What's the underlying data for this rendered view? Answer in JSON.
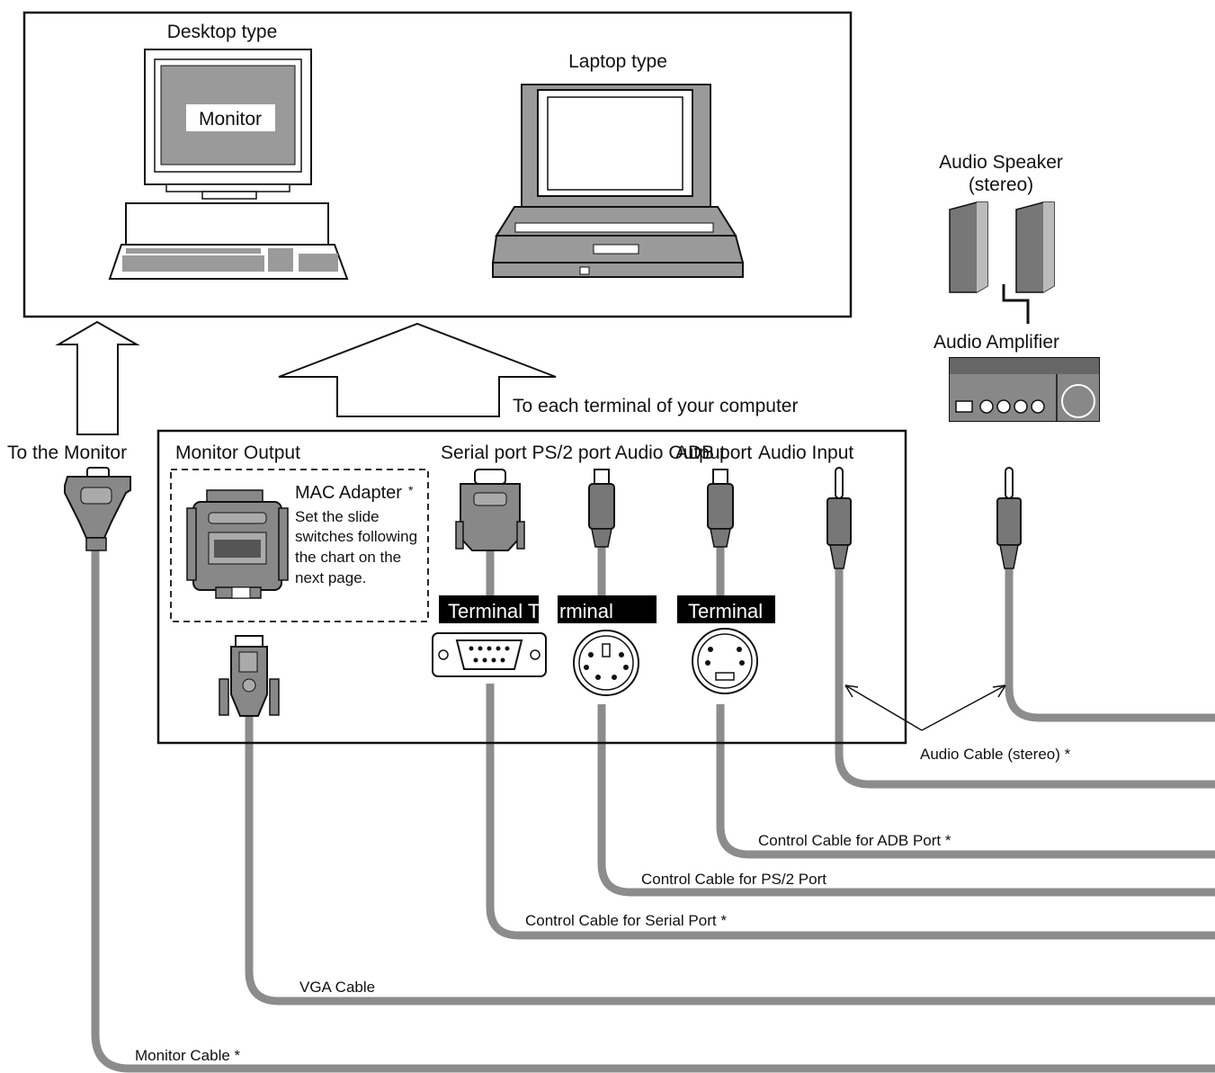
{
  "computer": {
    "desktop_label": "Desktop type",
    "monitor_label": "Monitor",
    "laptop_label": "Laptop type",
    "to_terminal_label": "To each terminal of your computer"
  },
  "to_monitor_label": "To the Monitor",
  "audio_speaker": {
    "line1": "Audio Speaker",
    "line2": "(stereo)"
  },
  "audio_amplifier_label": "Audio Amplifier",
  "panel": {
    "monitor_output_label": "Monitor Output",
    "port_labels_text": "Serial port PS/2 port Audio Output",
    "adb_port_label": "ADB port",
    "audio_input_label": "Audio Input",
    "mac_adapter": {
      "title": "MAC Adapter",
      "asterisk": "*",
      "note_lines": [
        "Set the slide",
        "switches following",
        "the chart on the",
        "next page."
      ]
    },
    "terminal_labels": [
      "Terminal T",
      "rminal",
      "Terminal"
    ]
  },
  "cables": {
    "audio_cable": "Audio Cable (stereo) *",
    "adb_cable": "Control Cable for ADB Port *",
    "ps2_cable": "Control Cable for PS/2 Port",
    "serial_cable": "Control Cable for Serial Port *",
    "vga_cable": "VGA Cable",
    "monitor_cable": "Monitor Cable  *"
  },
  "colors": {
    "cable": "#8c8c8c",
    "line": "#111111",
    "device_gray": "#9a9a9a",
    "terminal_bg": "#000000"
  }
}
